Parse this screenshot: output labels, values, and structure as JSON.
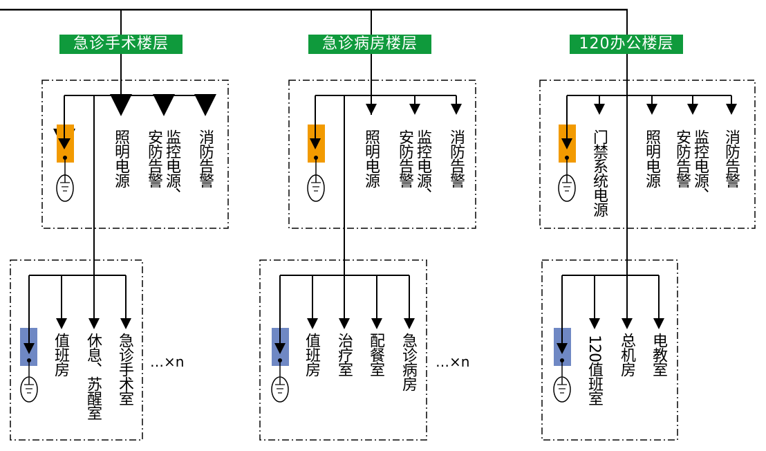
{
  "colors": {
    "floor_label_bg": "#0f9a3c",
    "floor_label_text": "#ffffff",
    "upper_feeder_box": "#f29a00",
    "lower_feeder_box": "#6f88c4",
    "line": "#000000"
  },
  "floors": [
    {
      "label": "急诊手术楼层",
      "upper_loads": [
        "照明电源",
        "监控电源、",
        "安防告警",
        "消防告警"
      ],
      "lower_loads": [
        "值班房",
        "休息、苏醒室",
        "急诊手术室"
      ],
      "repeat": "…×n"
    },
    {
      "label": "急诊病房楼层",
      "upper_loads": [
        "照明电源",
        "监控电源、",
        "安防告警",
        "消防告警"
      ],
      "lower_loads": [
        "值班房",
        "治疗室",
        "配餐室",
        "急诊病房"
      ],
      "repeat": "…×n"
    },
    {
      "label": "120办公楼层",
      "upper_loads": [
        "门禁系统电源",
        "照明电源",
        "监控电源、",
        "安防告警",
        "消防告警"
      ],
      "lower_loads": [
        "120值班室",
        "总机房",
        "电教室"
      ],
      "repeat": ""
    }
  ],
  "symbols": {
    "feeder": "distribution-box",
    "ground": "ground-symbol"
  }
}
